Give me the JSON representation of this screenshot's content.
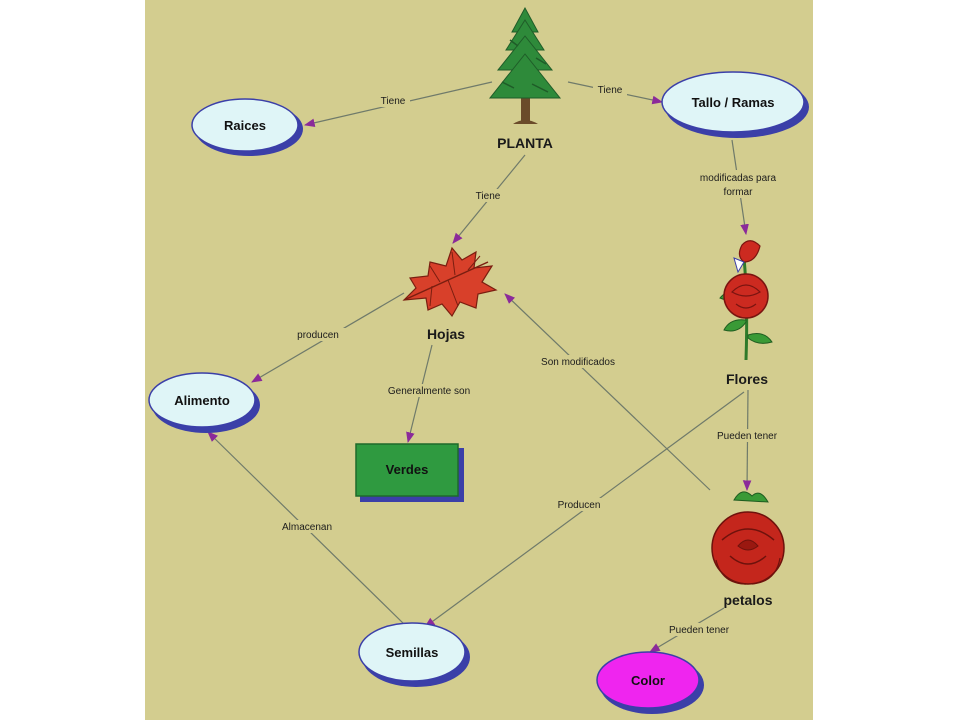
{
  "colors": {
    "canvas_bg": "#d3cd8f",
    "oval_fill": "#dff5f7",
    "oval_fill_alt": "#ef25ef",
    "rect_fill": "#2f9a40",
    "arrow": "#8b2a9a",
    "line": "#6f7a6a"
  },
  "nodes": {
    "planta": "PLANTA",
    "raices": "Raices",
    "tallo": "Tallo / Ramas",
    "hojas": "Hojas",
    "flores": "Flores",
    "alimento": "Alimento",
    "verdes": "Verdes",
    "petalos": "petalos",
    "semillas": "Semillas",
    "color": "Color"
  },
  "links": {
    "tiene_raices": "Tiene",
    "tiene_tallo": "Tiene",
    "tiene_hojas": "Tiene",
    "modificadas_1": "modificadas para",
    "modificadas_2": "formar",
    "producen_alimento": "producen",
    "generalmente": "Generalmente son",
    "son_modificados": "Son modificados",
    "pueden_tener_petalos": "Pueden tener",
    "producen_semillas": "Producen",
    "almacenan": "Almacenan",
    "pueden_tener_color": "Pueden tener"
  },
  "icons": [
    "pine-tree-icon",
    "oak-leaf-icon",
    "rose-stem-icon",
    "rose-bloom-icon"
  ]
}
